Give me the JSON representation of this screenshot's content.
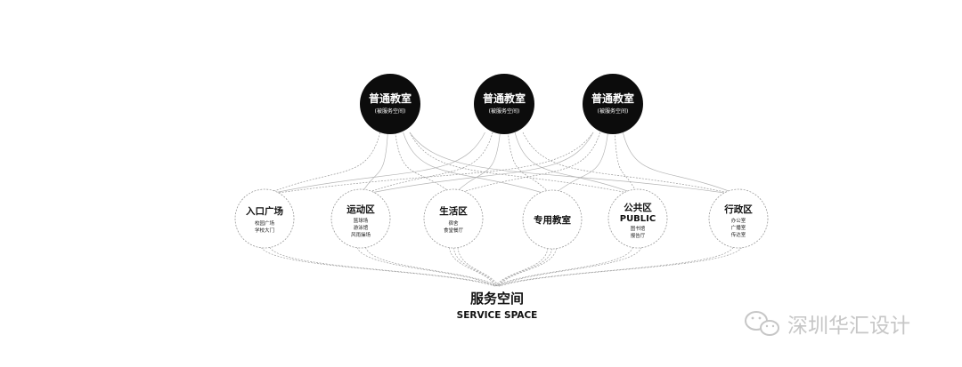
{
  "top_nodes": [
    {
      "title": "普通教室",
      "subtitle": "(被服务空间)"
    },
    {
      "title": "普通教室",
      "subtitle": "(被服务空间)"
    },
    {
      "title": "普通教室",
      "subtitle": "(被服务空间)"
    }
  ],
  "middle_nodes": [
    {
      "title": "入口广场",
      "title_en": "",
      "lines": [
        "校园广场",
        "学校大门"
      ]
    },
    {
      "title": "运动区",
      "title_en": "",
      "lines": [
        "篮球场",
        "游泳馆",
        "风雨操场"
      ]
    },
    {
      "title": "生活区",
      "title_en": "",
      "lines": [
        "宿舍",
        "食堂餐厅"
      ]
    },
    {
      "title": "专用教室",
      "title_en": "",
      "lines": []
    },
    {
      "title": "公共区",
      "title_en": "PUBLIC",
      "lines": [
        "图书馆",
        "报告厅"
      ]
    },
    {
      "title": "行政区",
      "title_en": "",
      "lines": [
        "办公室",
        "广播室",
        "传达室"
      ]
    }
  ],
  "service": {
    "title": "服务空间",
    "title_en": "SERVICE SPACE"
  },
  "watermark": {
    "text": "深圳华汇设计"
  }
}
